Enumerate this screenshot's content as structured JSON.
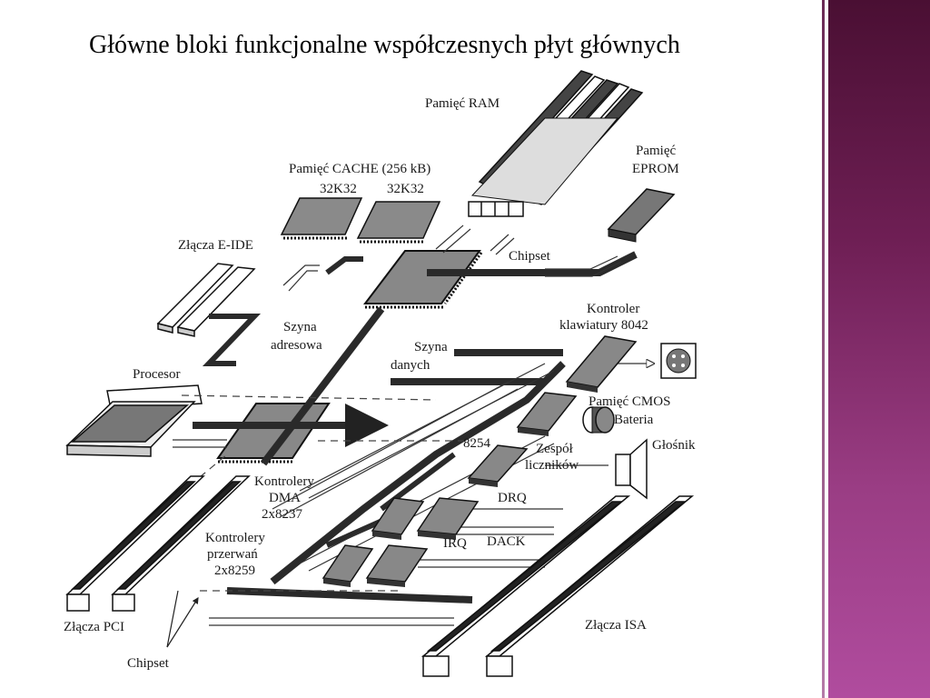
{
  "slide": {
    "title": "Główne bloki funkcjonalne współczesnych płyt głównych"
  },
  "diagram": {
    "labels": {
      "ram": "Pamięć RAM",
      "cache": "Pamięć CACHE (256 kB)",
      "cache_chip_1": "32K32",
      "cache_chip_2": "32K32",
      "eprom_1": "Pamięć",
      "eprom_2": "EPROM",
      "chipset_top": "Chipset",
      "eide": "Złącza E-IDE",
      "addr_bus_1": "Szyna",
      "addr_bus_2": "adresowa",
      "data_bus_1": "Szyna",
      "data_bus_2": "danych",
      "kbd_1": "Kontroler",
      "kbd_2": "klawiatury 8042",
      "processor": "Procesor",
      "cmos_1": "Pamięć CMOS",
      "cmos_2": "Bateria",
      "timer_chip": "8254",
      "counters_1": "Zespół",
      "counters_2": "liczników",
      "speaker": "Głośnik",
      "dma_1": "Kontrolery",
      "dma_2": "DMA",
      "dma_3": "2x8237",
      "drq": "DRQ",
      "irq_ctrl_1": "Kontrolery",
      "irq_ctrl_2": "przerwań",
      "irq_ctrl_3": "2x8259",
      "irq": "IRQ",
      "dack": "DACK",
      "pci": "Złącza PCI",
      "isa": "Złącza ISA",
      "chipset_bottom": "Chipset"
    }
  },
  "colors": {
    "accent_band": "#7a2462",
    "chip_fill": "#8a8a8a",
    "bus_dark": "#2a2a2a"
  }
}
